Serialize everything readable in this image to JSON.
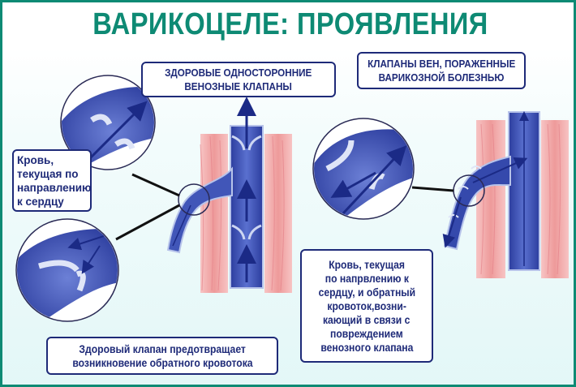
{
  "title": "ВАРИКОЦЕЛЕ: ПРОЯВЛЕНИЯ",
  "colors": {
    "title": "#0e8a74",
    "border": "#0e8a74",
    "label_text": "#1e2a78",
    "label_border": "#1e2a78",
    "vein_dark": "#2c3d9e",
    "vein_mid": "#4d63c6",
    "vein_light": "#c9d3ef",
    "muscle": "#f2a8a8",
    "background": "#e3f7f7"
  },
  "panels": {
    "healthy": {
      "header_lines": [
        "ЗДОРОВЫЕ ОДНОСТОРОННИЕ",
        "ВЕНОЗНЫЕ КЛАПАНЫ"
      ],
      "callout_flow_lines": [
        "Кровь,",
        "текущая по",
        "направлению",
        "к сердцу"
      ],
      "callout_valve_lines": [
        "Здоровый клапан предотвращает",
        "возникновение обратного кровотока"
      ],
      "magnifier_top": "open-valve-forward-flow",
      "magnifier_bottom": "closed-valve-blocked-backflow"
    },
    "varicose": {
      "header_lines": [
        "КЛАПАНЫ ВЕН, ПОРАЖЕННЫЕ",
        "ВАРИКОЗНОЙ БОЛЕЗНЬЮ"
      ],
      "callout_lines": [
        "Кровь, текущая",
        "по напрвлению к",
        "сердцу, и обратный",
        "кровоток,возни-",
        "кающий в связи с",
        "повреждением",
        "венозного клапана"
      ],
      "magnifier": "damaged-valve-bidirectional-flow"
    }
  }
}
